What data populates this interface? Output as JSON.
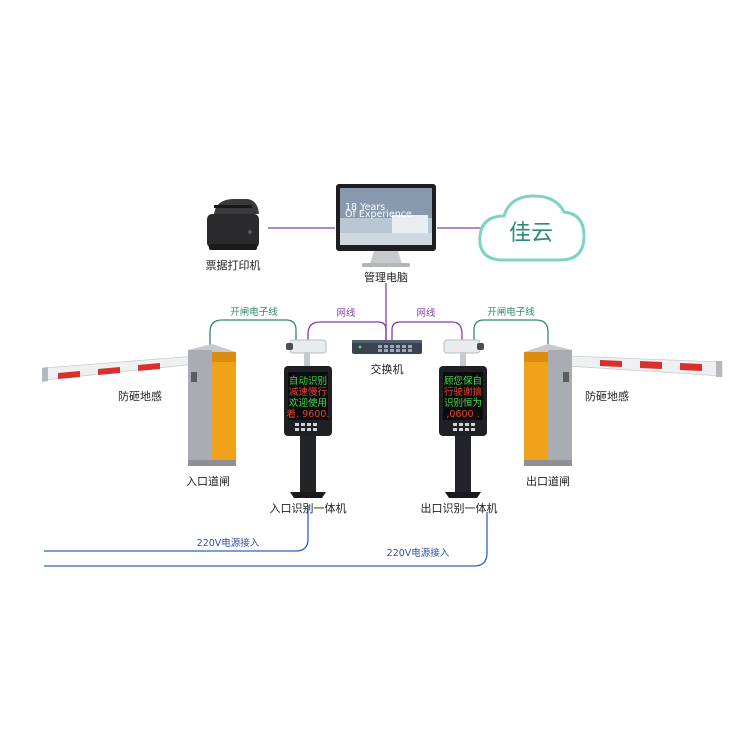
{
  "diagram": {
    "cloud_text": "佳云",
    "monitor_screen": {
      "line1": "18 Years",
      "line2": "Of Experience"
    },
    "labels": {
      "printer": "票据打印机",
      "computer": "管理电脑",
      "switch": "交换机",
      "entry_gate": "入口道闸",
      "exit_gate": "出口道闸",
      "anti_smash_left": "防砸地感",
      "anti_smash_right": "防砸地感",
      "entry_camera": "入口识别一体机",
      "exit_camera": "出口识别一体机"
    },
    "wires": {
      "gate_wire_left": "开闸电子线",
      "gate_wire_right": "开闸电子线",
      "net_left": "网线",
      "net_right": "网线",
      "power_left": "220V电源接入",
      "power_right": "220V电源接入"
    },
    "led_displays": {
      "entry": {
        "line1": "自动识别",
        "line2": "减速慢行",
        "line3": "欢迎使用",
        "line4": "着. 9600."
      },
      "exit": {
        "line1": "顾您保自",
        "line2": "行驶谢搞",
        "line3": "识别恒为",
        "line4": ",0600 ."
      }
    },
    "colors": {
      "wire_purple": "#8a3ea3",
      "wire_green": "#2e8a70",
      "wire_blue": "#2c63c2",
      "cloud_outline": "#7fd3c4",
      "cloud_text": "#2f8a7a",
      "gate_orange": "#f0a21a",
      "gate_grey": "#a9adb3",
      "led_green": "#44d84a",
      "led_red": "#e8412e",
      "arm_red": "#d9302e"
    }
  }
}
